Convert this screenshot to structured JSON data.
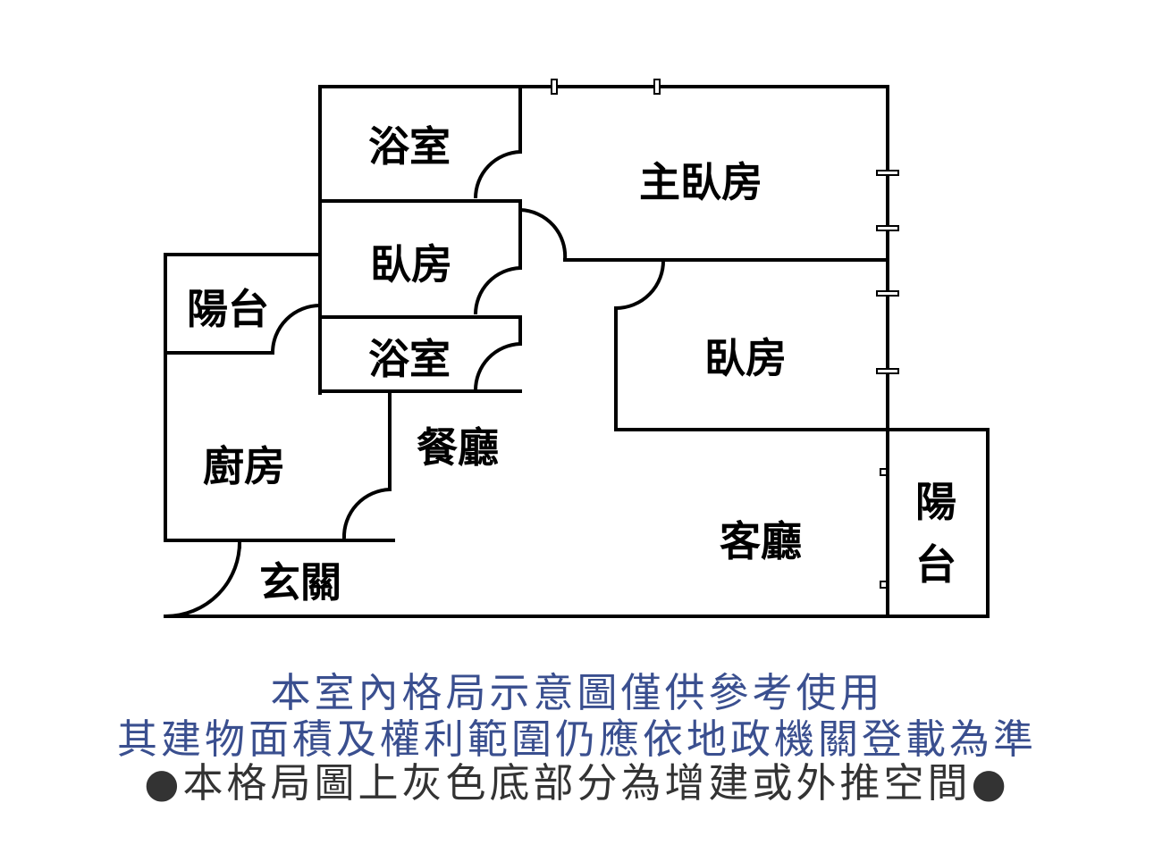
{
  "rooms": {
    "bath1": "浴室",
    "master_bedroom": "主臥房",
    "bedroom1": "臥房",
    "balcony_left": "陽台",
    "bath2": "浴室",
    "bedroom2": "臥房",
    "dining": "餐廳",
    "kitchen": "廚房",
    "living": "客廳",
    "balcony_right_1": "陽",
    "balcony_right_2": "台",
    "entrance": "玄關"
  },
  "notes": {
    "line1": "本室內格局示意圖僅供參考使用",
    "line2": "其建物面積及權利範圍仍應依地政機關登載為準",
    "line3": "●本格局圖上灰色底部分為增建或外推空間●"
  },
  "colors": {
    "wall": "#000000",
    "note_blue": "#3a4f8f",
    "note_dark": "#333333"
  }
}
